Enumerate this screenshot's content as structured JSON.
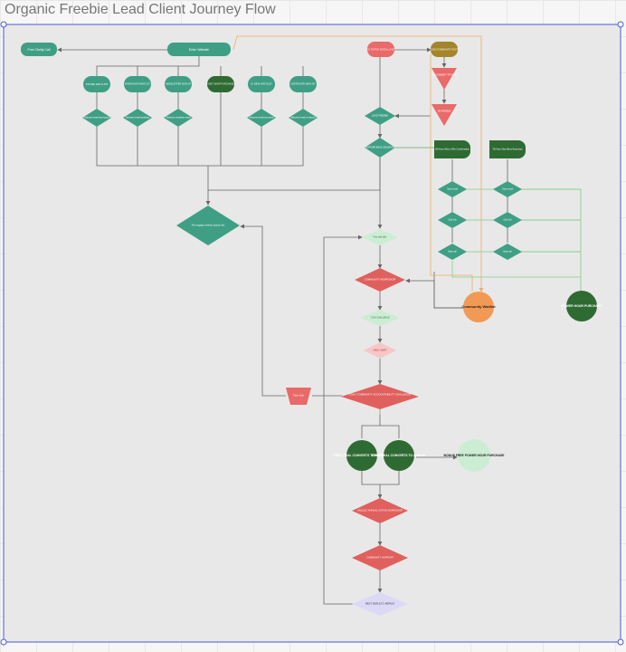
{
  "page": {
    "title": "Organic Freebie Lead Client Journey Flow"
  },
  "colors": {
    "board": "#e8e8e8",
    "frame": "#4a5bd4",
    "teal": "#3f9f85",
    "dark_green": "#2e6b32",
    "red": "#e96a69",
    "red_dark": "#e0605e",
    "olive": "#a3862b",
    "orange": "#f19a55",
    "mint": "#cbedd3",
    "pink": "#f6c7c7",
    "lavender": "#dcd9f7",
    "line_gray": "#666666",
    "line_green": "#7fcf86",
    "line_orange": "#f2ab63"
  },
  "nodes": {
    "free_clarity_call": "Free Clarity Call",
    "enter_website": "Enter Website",
    "store_waitlist": "STORE WAITLIST",
    "workshop_waitlist": "WORKSHOP WAITLIST",
    "newsletter_sign_up": "NEWSLETTER SIGN UP",
    "visit_shop": "VISIT SHOP PURCHASE",
    "ci_new_waitlist": "CI NEW WAITLIST",
    "certificate_waitlist": "CERTIFICATE WAITLIST",
    "enter_social": "IG TIKTOK SOCIAL LIVE",
    "olive_node": "LEAD COMMUNITY POST",
    "triangle_1": "DM COMMENT TRIGGER",
    "triangle_2": "DM FREEBIE",
    "d_store": "Welcome email store launch",
    "d_workshop": "Welcome email workshop",
    "d_newsletter": "Welcome newsletter email",
    "d_ci": "Welcome email new cohort",
    "d_cert": "Welcome email cert launch",
    "lead_freebie": "LEAD FREEBIE",
    "nurture_sequence": "NURTURE EMAIL SEQUENCE",
    "big_diamond": "Re-engage freebie launch list",
    "email_power": "5th Hour Micro Offer Confirmation",
    "micro_offer": "7th Hour Drip Micro Extension",
    "g_left_1": "Open email",
    "g_left_2": "Click link",
    "g_left_3": "Book call",
    "g_right_1": "Open email",
    "g_right_2": "Click link",
    "g_right_3": "Book call",
    "community_waitlist": "Community Waitlist",
    "power_hour": "POWER HOUR PURCHASE",
    "trial_offer": "Free trial offer",
    "community_workshop": "COMMUNITY WORKSHOP",
    "mint_diamond": "7 DAY CHALLENGE",
    "pink_diamond": "MEAL SWAP",
    "accountability": "5 DAY COMMUNITY ACCOUNTABILITY CHALLENGE",
    "funnel_node": "Pitch Sale",
    "free_trial_monthly": "FREE TRIAL CONVERTS TO MONTHLY",
    "free_trial_annual": "FREE TRIAL CONVERTS TO ANNUAL",
    "bonus_power": "BONUS FREE POWER HOUR PURCHASE",
    "unlock_diamond": "UNLOCK ANNUAL ACTION WORKSHOP",
    "community_support": "COMMUNITY SUPPORT",
    "rest_diamond": "REST, REFLECT, REPEAT"
  }
}
